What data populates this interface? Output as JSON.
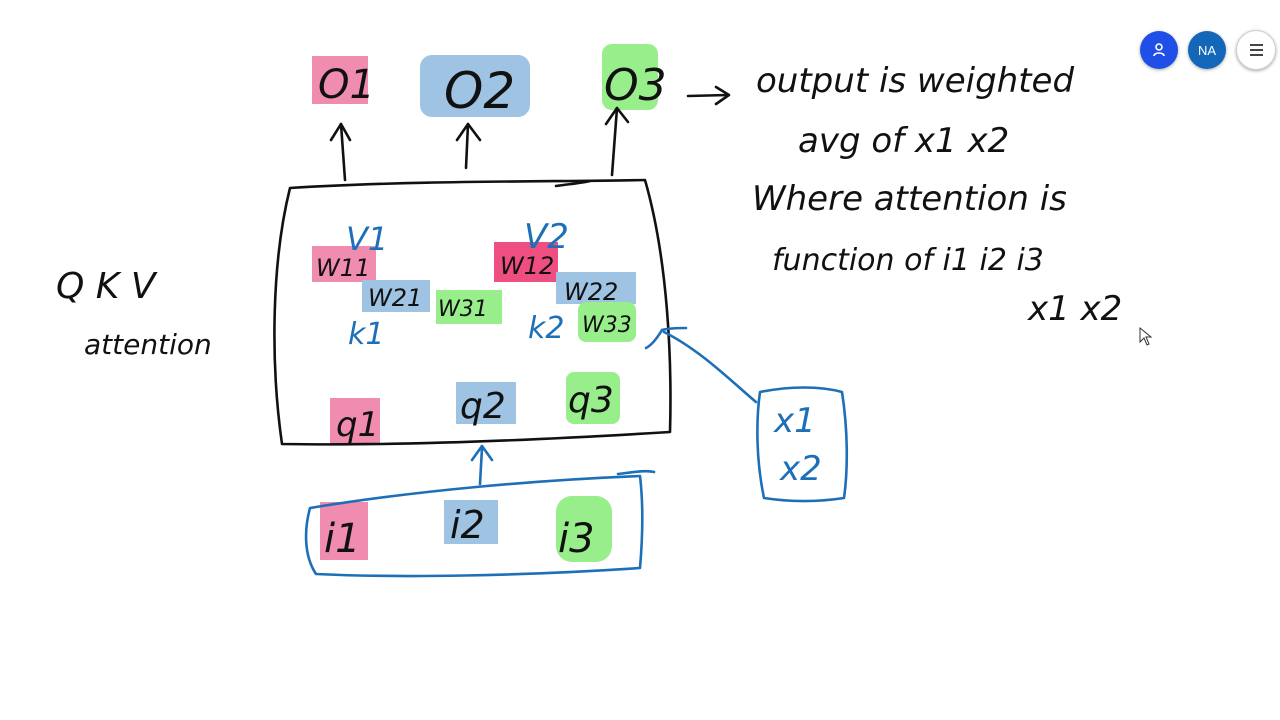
{
  "toolbar": {
    "user_initials": "NA",
    "user_icon": "person-icon",
    "menu_icon": "hamburger-menu-icon",
    "colors": {
      "user_button": "#1f4fe6",
      "initials_button": "#1466b8"
    }
  },
  "whiteboard": {
    "left_note": {
      "line1": "Q K V",
      "line2": "attention"
    },
    "outputs": {
      "o1": "O1",
      "o2": "O2",
      "o3": "O3"
    },
    "values": {
      "v1": "V1",
      "v2": "V2"
    },
    "weights": {
      "w11": "W11",
      "w21": "W21",
      "w31": "W31",
      "w12": "W12",
      "w22": "W22",
      "w33": "W33"
    },
    "keys": {
      "k1": "k1",
      "k2": "k2"
    },
    "queries": {
      "q1": "q1",
      "q2": "q2",
      "q3": "q3"
    },
    "inputs": {
      "i1": "i1",
      "i2": "i2",
      "i3": "i3"
    },
    "x_box": {
      "x1": "x1",
      "x2": "x2"
    },
    "right_note": {
      "line1": "output is weighted",
      "line2": "avg of x1 x2",
      "line3": "Where attention is",
      "line4": "function of  i1  i2  i3",
      "line5": "x1  x2"
    },
    "highlight_colors": {
      "pink": "#f08cb0",
      "pink_strong": "#ee4f80",
      "blue": "#9fc3e3",
      "green": "#97ee8a"
    }
  }
}
